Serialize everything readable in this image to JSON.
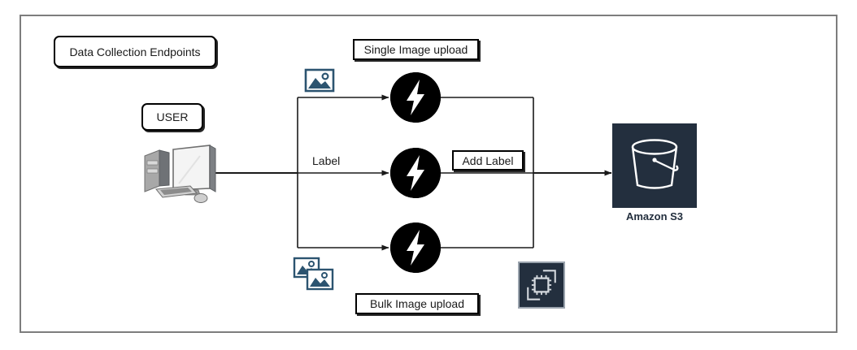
{
  "diagram": {
    "title_boxes": {
      "endpoints": "Data Collection Endpoints",
      "user": "USER",
      "single_upload": "Single Image upload",
      "bulk_upload": "Bulk Image upload",
      "add_label": "Add Label",
      "label": "Label"
    },
    "nodes": [
      {
        "name": "lambda-single",
        "icon": "lambda-bolt-icon",
        "shape": "circle",
        "color": "#000000"
      },
      {
        "name": "lambda-label",
        "icon": "lambda-bolt-icon",
        "shape": "circle",
        "color": "#000000"
      },
      {
        "name": "lambda-bulk",
        "icon": "lambda-bolt-icon",
        "shape": "circle",
        "color": "#000000"
      }
    ],
    "icons": {
      "computer": "desktop-computer-icon",
      "single_image": "single-image-icon",
      "bulk_image": "bulk-image-icon",
      "chip": "compute-chip-icon"
    },
    "services": {
      "s3": {
        "caption": "Amazon S3",
        "icon": "s3-bucket-icon",
        "tile_color": "#232f3e"
      },
      "chip": {
        "icon": "compute-chip-icon",
        "tile_color": "#232f3e",
        "border_color": "#9aa3ad"
      }
    },
    "colors": {
      "frame": "#7d7d7d",
      "box_border": "#000000",
      "connector": "#1a1a1a",
      "image_icon": "#2c5470",
      "aws_navy": "#232f3e"
    }
  }
}
